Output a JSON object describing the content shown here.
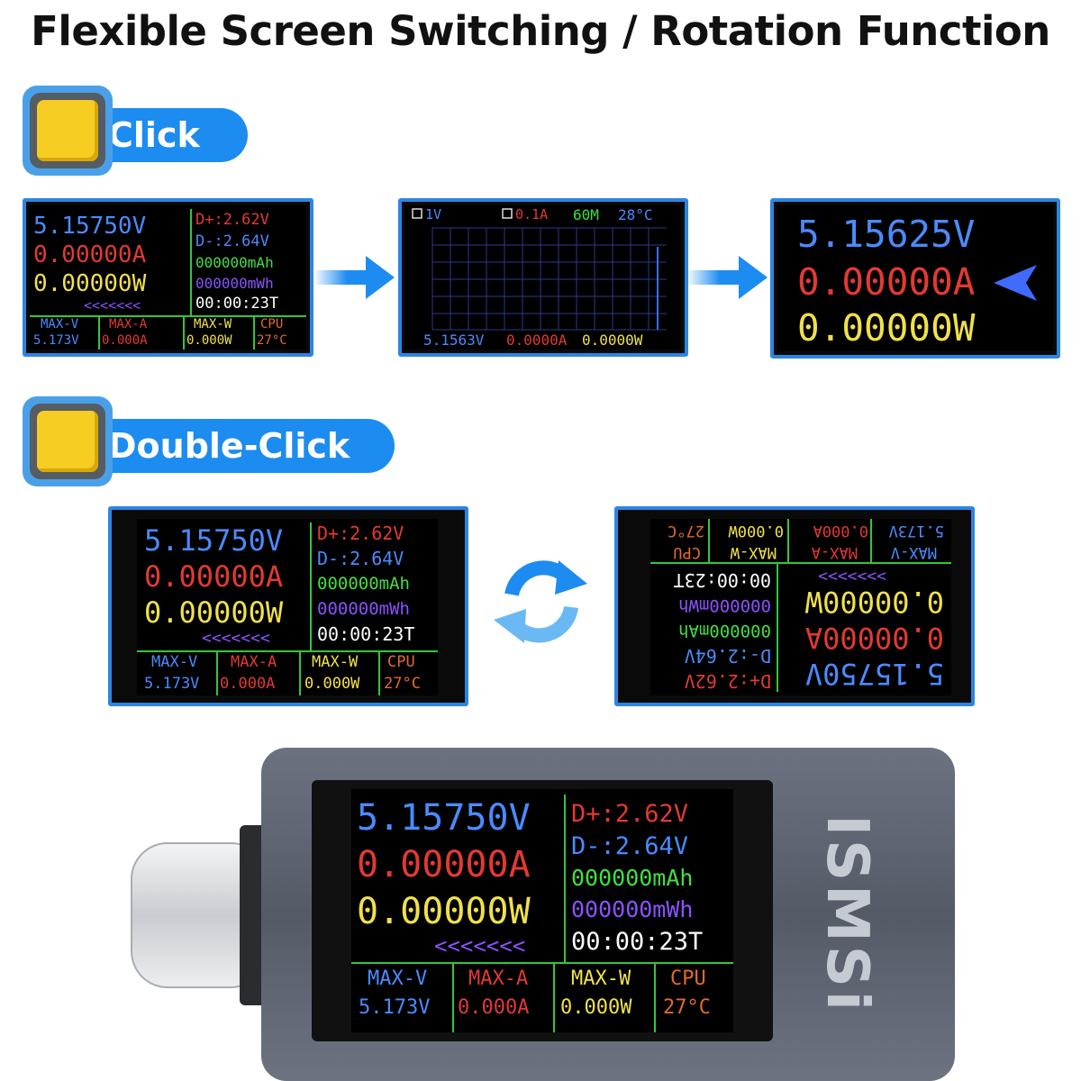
{
  "title": "Flexible Screen Switching / Rotation Function",
  "buttons": {
    "click": "Click",
    "double_click": "Double-Click"
  },
  "main_screen": {
    "voltage": "5.15750V",
    "current": "0.00000A",
    "power": "0.00000W",
    "dplus": "D+:2.62V",
    "dminus": "D-:2.64V",
    "mah": "000000mAh",
    "mwh": "000000mWh",
    "time": "00:00:23T",
    "arrows": "<<<<<<<",
    "max_v_label": "MAX-V",
    "max_v": "5.173V",
    "max_a_label": "MAX-A",
    "max_a": "0.000A",
    "max_w_label": "MAX-W",
    "max_w": "0.000W",
    "cpu_label": "CPU",
    "cpu": "27°C"
  },
  "rotated_arrows": ">>>>>>>",
  "graph_screen": {
    "v_scale": "1V",
    "a_scale": "0.1A",
    "duration": "60M",
    "temp": "28°C",
    "voltage": "5.1563V",
    "current": "0.0000A",
    "power": "0.0000W"
  },
  "big_screen": {
    "voltage": "5.15625V",
    "current": "0.00000A",
    "power": "0.00000W"
  },
  "device": {
    "brand": "ISMSi"
  },
  "colors": {
    "accent": "#1d8cf0",
    "frame": "#2b86e2",
    "key_cap": "#f7cc23"
  }
}
